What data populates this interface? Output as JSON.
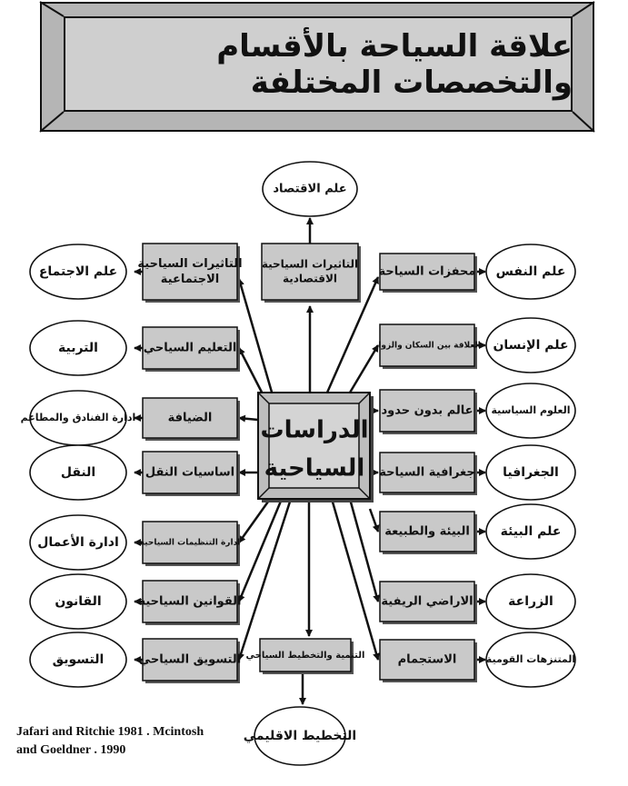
{
  "title": "علاقة السياحة بالأقسام والتخصصات المختلفة",
  "center": [
    "الدراسات",
    "السياحية"
  ],
  "top": {
    "box": [
      "التاثيرات السياحية",
      "الاقتصادية"
    ],
    "ellipse": "علم الاقتصاد"
  },
  "bottom": {
    "box": "التنمية والتخطيط السياحي",
    "ellipse": "التخطيط الاقليمي"
  },
  "left_rows": [
    {
      "box": [
        "التاثيرات السياحية",
        "الاجتماعية"
      ],
      "ellipse": "علم الاجتماع"
    },
    {
      "box": [
        "التعليم السياحي"
      ],
      "ellipse": "التربية"
    },
    {
      "box": [
        "الضيافة"
      ],
      "ellipse": "ادارة الفنادق والمطاعم"
    },
    {
      "box": [
        "اساسيات النقل"
      ],
      "ellipse": "النقل"
    },
    {
      "box": [
        "ادارة التنظيمات السياحية"
      ],
      "ellipse": "ادارة الأعمال"
    },
    {
      "box": [
        "القوانين السياحية"
      ],
      "ellipse": "القانون"
    },
    {
      "box": [
        "التسويق السياحي"
      ],
      "ellipse": "التسويق"
    }
  ],
  "right_rows": [
    {
      "box": [
        "محفزات السياحة"
      ],
      "ellipse": "علم النفس"
    },
    {
      "box": [
        "العلاقة بين السكان والزوار"
      ],
      "ellipse": "علم الإنسان"
    },
    {
      "box": [
        "عالم بدون حدود"
      ],
      "ellipse": "العلوم السياسية"
    },
    {
      "box": [
        "جغرافية السياحة"
      ],
      "ellipse": "الجغرافيا"
    },
    {
      "box": [
        "البيئة والطبيعة"
      ],
      "ellipse": "علم البيئة"
    },
    {
      "box": [
        "الاراضي الريفية"
      ],
      "ellipse": "الزراعة"
    },
    {
      "box": [
        "الاستجمام"
      ],
      "ellipse": "المتنزهات القومية"
    }
  ],
  "citation": [
    "Jafari and Ritchie 1981 . Mcintosh",
    "and Goeldner . 1990"
  ],
  "colors": {
    "box_fill": "#c9c9c9",
    "ellipse_fill": "#ffffff",
    "ink": "#111111",
    "frame": "#b5b5b5"
  }
}
